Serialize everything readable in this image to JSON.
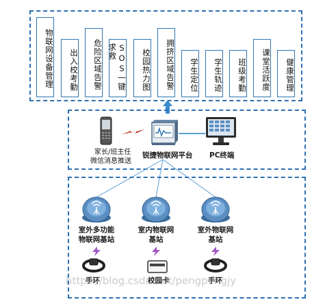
{
  "modules": [
    "物联网设备管理",
    "出入校考勤",
    "危险区域告警",
    "SOS一键求救",
    "校园热力图",
    "拥挤区域告警",
    "学生定位",
    "学生轨迹",
    "班级考勤",
    "课堂活跃度",
    "健康管理"
  ],
  "platform": {
    "parent_label_1": "家长/班主任",
    "parent_label_2": "微信消息推送",
    "platform_label": "锐捷物联网平台",
    "pc_label": "PC终端"
  },
  "stations": [
    {
      "line1": "室外多功能",
      "line2": "物联网基站"
    },
    {
      "line1": "室内物联网",
      "line2": "基站"
    },
    {
      "line1": "室外物联网",
      "line2": "基站"
    }
  ],
  "devices": [
    "手环",
    "校园卡",
    "手环"
  ],
  "watermark": "https://blog.csdn.net/pengpengjy",
  "colors": {
    "accent": "#2e75b6",
    "dash": "#2d6fb3",
    "link": "#5a9fd4"
  },
  "icons": [
    "phone-icon",
    "platform-server-icon",
    "pc-monitor-icon",
    "base-station-icon",
    "wristband-icon",
    "campus-card-icon",
    "lightning-icon",
    "up-arrow-icon"
  ]
}
